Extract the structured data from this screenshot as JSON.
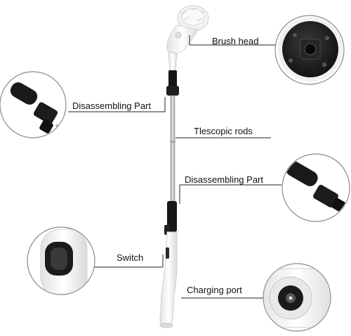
{
  "labels": {
    "brush_head": "Brush head",
    "disassembling_top": "Disassembling Part",
    "telescopic": "Tlescopic rods",
    "disassembling_bottom": "Disassembling Part",
    "switch": "Switch",
    "charging_port": "Charging port"
  },
  "colors": {
    "device_white": "#f4f4f4",
    "device_black": "#161616",
    "rod_steel": "#b8bcc2",
    "circle_border": "#8a8a8a",
    "bristles": "#e9e9e9",
    "line": "#222222"
  }
}
